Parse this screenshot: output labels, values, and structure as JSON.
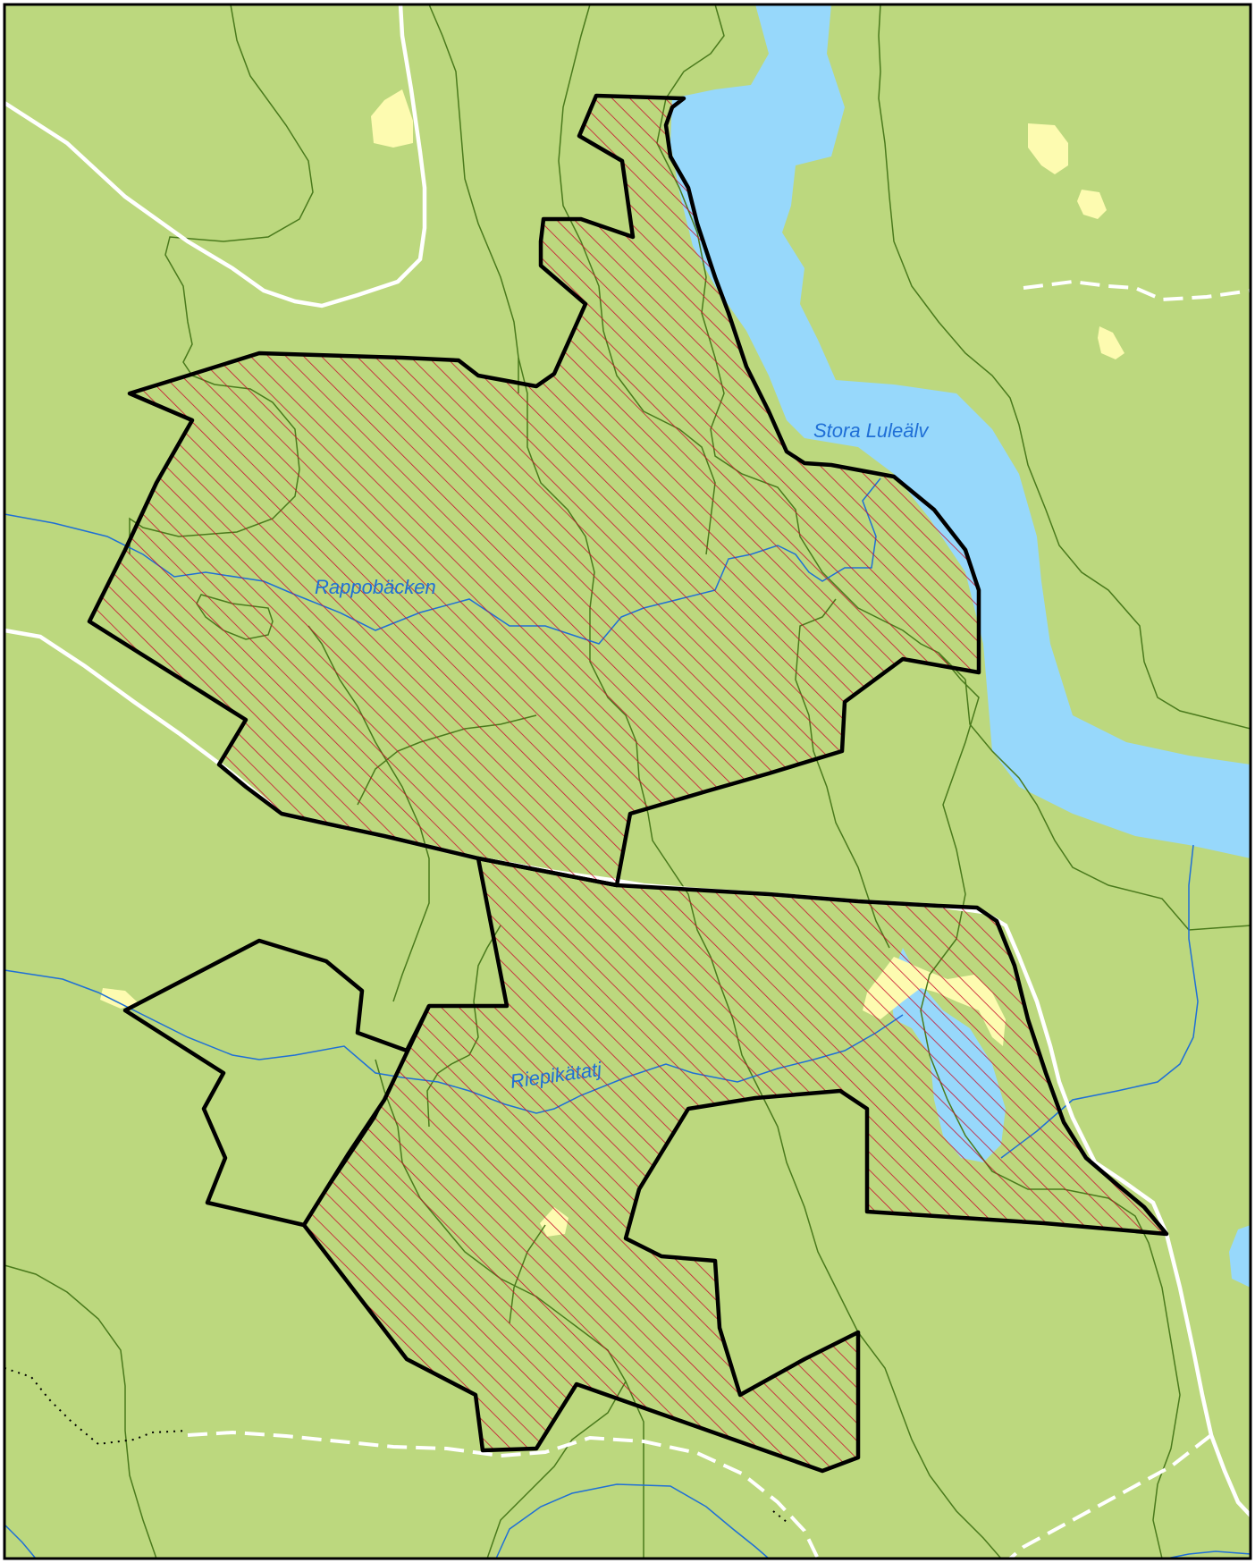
{
  "labels": {
    "river": "Stora Luleälv",
    "stream_north": "Rappobäcken",
    "stream_south": "Riepikätatj"
  },
  "colors": {
    "land": "#bcd87e",
    "water": "#97d8fb",
    "sand": "#fdfbb0",
    "contour": "#4a7a1c",
    "stream": "#1f6fd6",
    "road": "#ffffff",
    "boundary": "#000000",
    "hatch": "#c8102e",
    "label": "#1f6fd6"
  }
}
